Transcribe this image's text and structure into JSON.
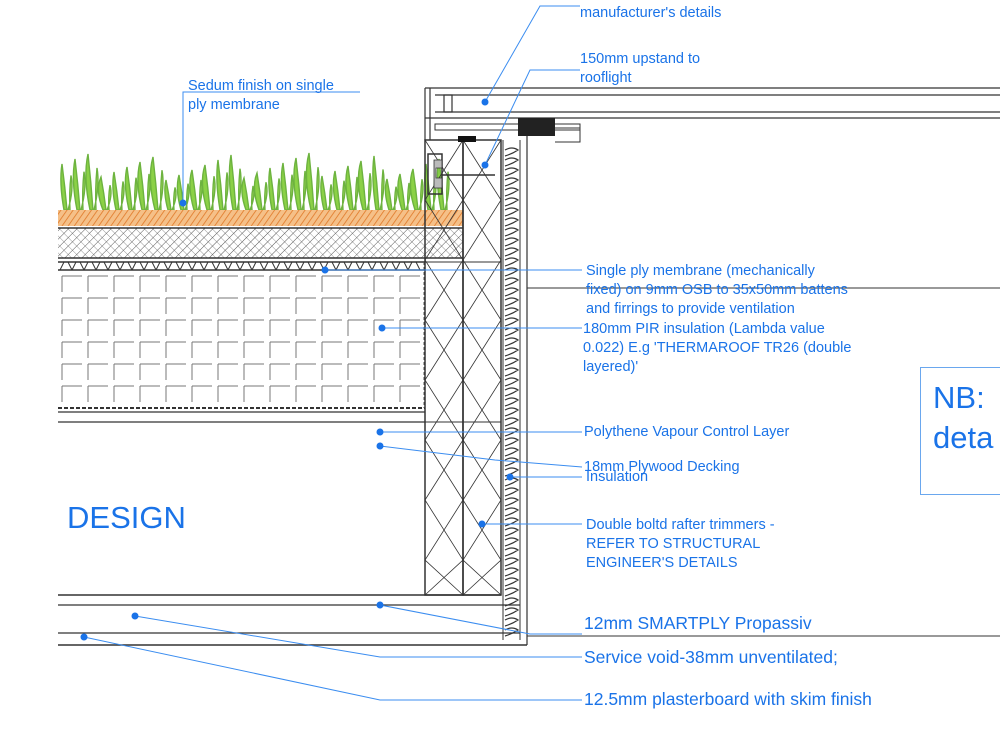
{
  "labels": {
    "manufacturer": "manufacturer's details",
    "upstand": "150mm upstand to\nrooflight",
    "sedum": "Sedum finish on single\nply membrane",
    "membrane": "Single ply membrane (mechanically\nfixed) on 9mm OSB to 35x50mm battens\nand firrings to provide ventilation",
    "pir": "180mm PIR insulation (Lambda value\n0.022) E.g 'THERMAROOF TR26 (double\nlayered)'",
    "vcl": "Polythene Vapour Control Layer",
    "plywood": "18mm Plywood Decking",
    "insulation": "Insulation",
    "trimmers": "Double boltd rafter trimmers -\nREFER TO STRUCTURAL\nENGINEER'S DETAILS",
    "smartply": "12mm SMARTPLY Propassiv",
    "service_void": "Service void-38mm unventilated;",
    "plasterboard": "12.5mm plasterboard with skim finish"
  },
  "design_text": "DESIGN",
  "nb_note": "NB:\ndeta",
  "colors": {
    "annotation": "#1a73e8",
    "leader": "#3b8df0",
    "linework": "#333333",
    "plants": "#7cc242",
    "substrate": "#f0a050"
  }
}
